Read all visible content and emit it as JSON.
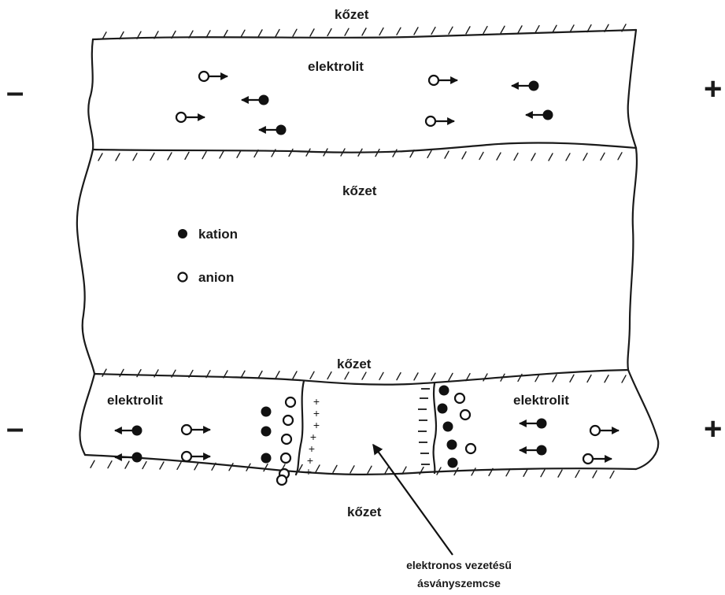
{
  "labels": {
    "rock_top": "kőzet",
    "rock_middle": "kőzet",
    "rock_lower_top": "kőzet",
    "rock_bottom": "kőzet",
    "electrolyte_top": "elektrolit",
    "electrolyte_bottom_left": "elektrolit",
    "electrolyte_bottom_right": "elektrolit"
  },
  "legend": {
    "cation": "kation",
    "anion": "anion"
  },
  "electrode_signs": {
    "top_left": "–",
    "top_right": "+",
    "bottom_left": "–",
    "bottom_right": "+"
  },
  "grain_label": {
    "line1": "elektronos vezetésű",
    "line2": "ásványszemcse"
  },
  "grain_charges": {
    "left_face": "+",
    "right_face": "–"
  }
}
